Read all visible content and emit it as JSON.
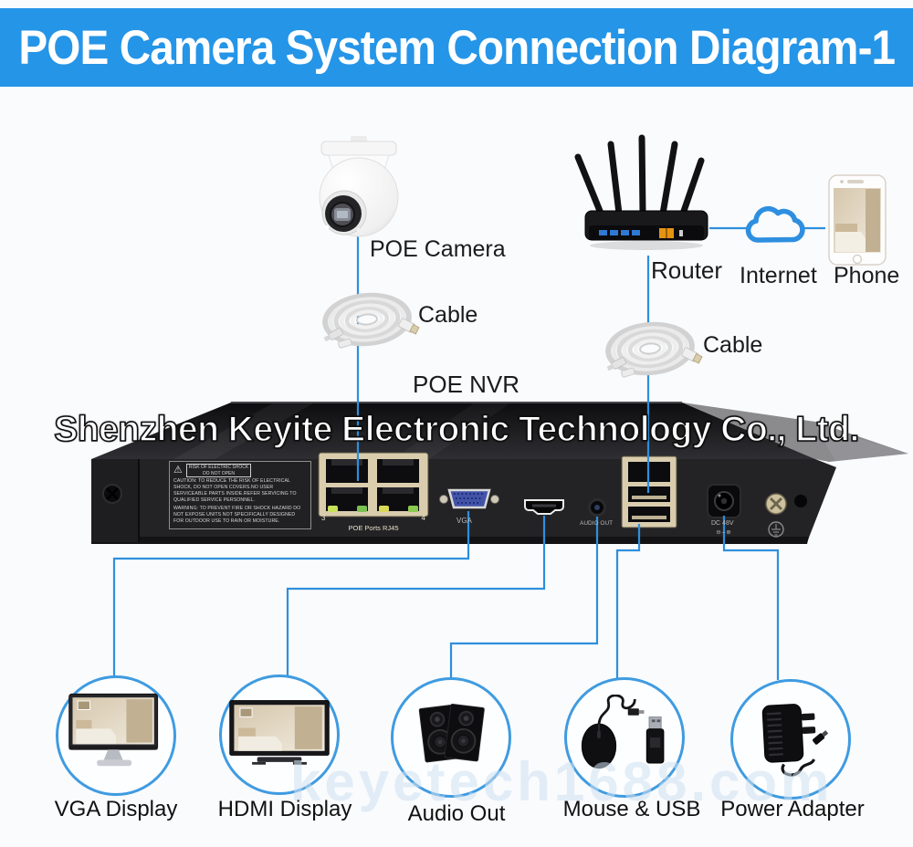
{
  "header": {
    "title": "POE Camera System Connection Diagram-1"
  },
  "colors": {
    "header_bg": "#2595e8",
    "line_blue": "#2f8fdc",
    "circle_border": "#3f9be0",
    "cloud_blue": "#2e8fe0"
  },
  "company_watermark": "Shenzhen Keyite Electronic Technology Co., Ltd.",
  "bottom_watermark": "keyetech1688.com",
  "icons": {
    "warning_triangle": "⚠"
  },
  "nodes": {
    "poe_camera": {
      "label": "POE Camera"
    },
    "cable_camera": {
      "label": "Cable"
    },
    "router": {
      "label": "Router"
    },
    "internet": {
      "label": "Internet"
    },
    "phone": {
      "label": "Phone"
    },
    "cable_router": {
      "label": "Cable"
    },
    "poe_nvr": {
      "label": "POE NVR"
    }
  },
  "nvr_panel": {
    "warning_label": {
      "risk_line1": "RISK OF ELECTRIC SHOCK",
      "risk_line2": "DO NOT OPEN",
      "caution": "CAUTION: TO REDUCE THE RISK OF ELECTRICAL SHOCK, DO NOT OPEN COVERS.NO USER SERVICEABLE PARTS INSIDE.REFER SERVICING TO QUALIFIED SERVICE PERSONNEL.",
      "warning": "WARNING: TO PREVENT FIRE OR SHOCK HAZARD DO NOT EXPOSE UNITS NOT SPECIFICALLY DESIGNED FOR OUTDOOR USE TO RAIN OR MOISTURE."
    },
    "poe_ports": {
      "left_num": "3",
      "right_num": "4",
      "label": "POE Ports RJ45"
    },
    "vga_label": "VGA",
    "audio_label": "AUDIO OUT",
    "dc_label": "DC 48V",
    "dc_polarity": "⊖–⊕"
  },
  "outputs": [
    {
      "label": "VGA Display"
    },
    {
      "label": "HDMI Display"
    },
    {
      "label": "Audio Out"
    },
    {
      "label": "Mouse & USB"
    },
    {
      "label": "Power Adapter"
    }
  ]
}
